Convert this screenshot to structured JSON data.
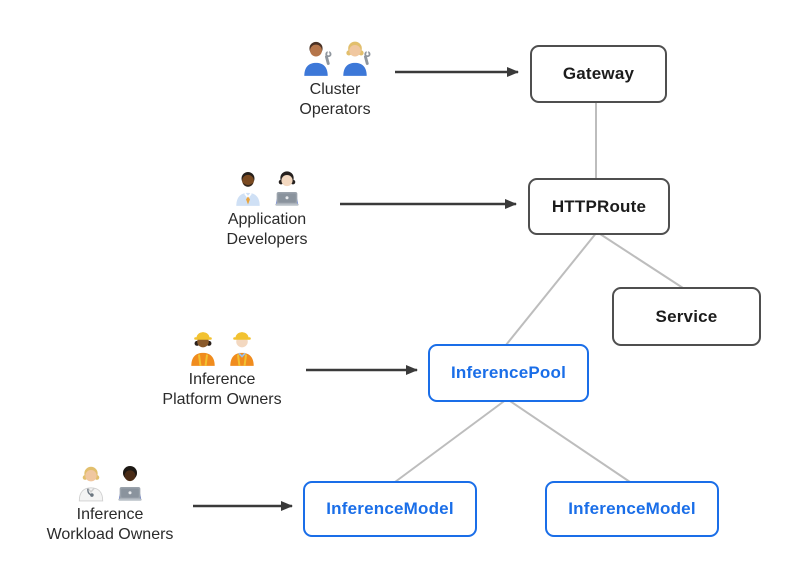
{
  "diagram": {
    "nodes": [
      {
        "id": "gateway",
        "label": "Gateway",
        "style": "gray"
      },
      {
        "id": "httproute",
        "label": "HTTPRoute",
        "style": "gray"
      },
      {
        "id": "service",
        "label": "Service",
        "style": "gray"
      },
      {
        "id": "inferencepool",
        "label": "InferencePool",
        "style": "blue"
      },
      {
        "id": "inferencemodel-left",
        "label": "InferenceModel",
        "style": "blue"
      },
      {
        "id": "inferencemodel-right",
        "label": "InferenceModel",
        "style": "blue"
      }
    ],
    "actors": [
      {
        "id": "cluster-operators",
        "label_lines": [
          "Cluster",
          "Operators"
        ],
        "icons": [
          "man-mechanic",
          "woman-mechanic"
        ]
      },
      {
        "id": "application-developers",
        "label_lines": [
          "Application",
          "Developers"
        ],
        "icons": [
          "man-office-worker",
          "woman-technologist"
        ]
      },
      {
        "id": "inference-platform-owners",
        "label_lines": [
          "Inference",
          "Platform Owners"
        ],
        "icons": [
          "woman-construction-worker",
          "man-construction-worker"
        ]
      },
      {
        "id": "inference-workload-owners",
        "label_lines": [
          "Inference",
          "Workload Owners"
        ],
        "icons": [
          "health-worker",
          "person-technologist"
        ]
      }
    ],
    "edges": [
      {
        "from": "gateway",
        "to": "httproute"
      },
      {
        "from": "httproute",
        "to": "inferencepool"
      },
      {
        "from": "httproute",
        "to": "service"
      },
      {
        "from": "inferencepool",
        "to": "inferencemodel-left"
      },
      {
        "from": "inferencepool",
        "to": "inferencemodel-right"
      }
    ],
    "actor_arrows": [
      {
        "from": "cluster-operators",
        "to": "gateway"
      },
      {
        "from": "application-developers",
        "to": "httproute"
      },
      {
        "from": "inference-platform-owners",
        "to": "inferencepool"
      },
      {
        "from": "inference-workload-owners",
        "to": "inferencemodel-left"
      }
    ],
    "colors": {
      "background": "#ffffff",
      "node_border_gray": "#4f4f4f",
      "node_text_gray": "#1c1c1c",
      "node_border_blue": "#1a6ee8",
      "node_text_blue": "#1a6ee8",
      "connector": "#bdbdbd",
      "arrow": "#3a3a3a",
      "label_text": "#2b2b2b"
    }
  }
}
